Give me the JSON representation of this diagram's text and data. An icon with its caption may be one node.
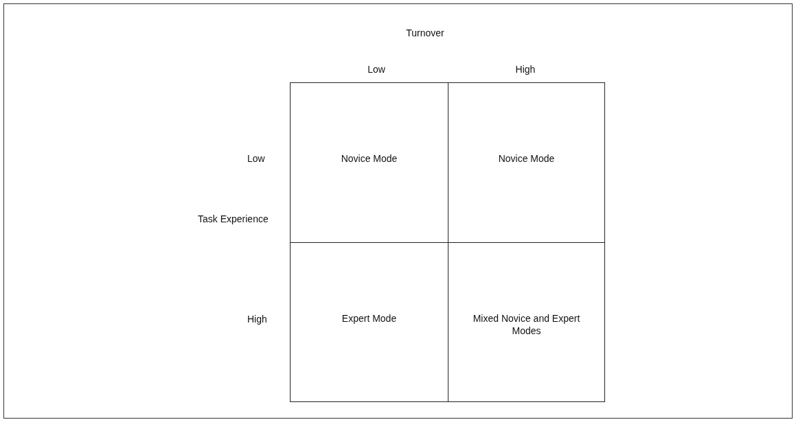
{
  "diagram": {
    "nodes": [
      {
        "text": [
          "Novice Mode"
        ]
      },
      {
        "text": [
          "Novice Mode"
        ]
      },
      {
        "text": [
          "Expert Mode"
        ]
      },
      {
        "text": [
          "Mixed Novice and Expert Modes"
        ]
      }
    ],
    "labels": [
      "Turnover",
      "Low",
      "High",
      "Low",
      "High",
      "Task Experience"
    ]
  }
}
